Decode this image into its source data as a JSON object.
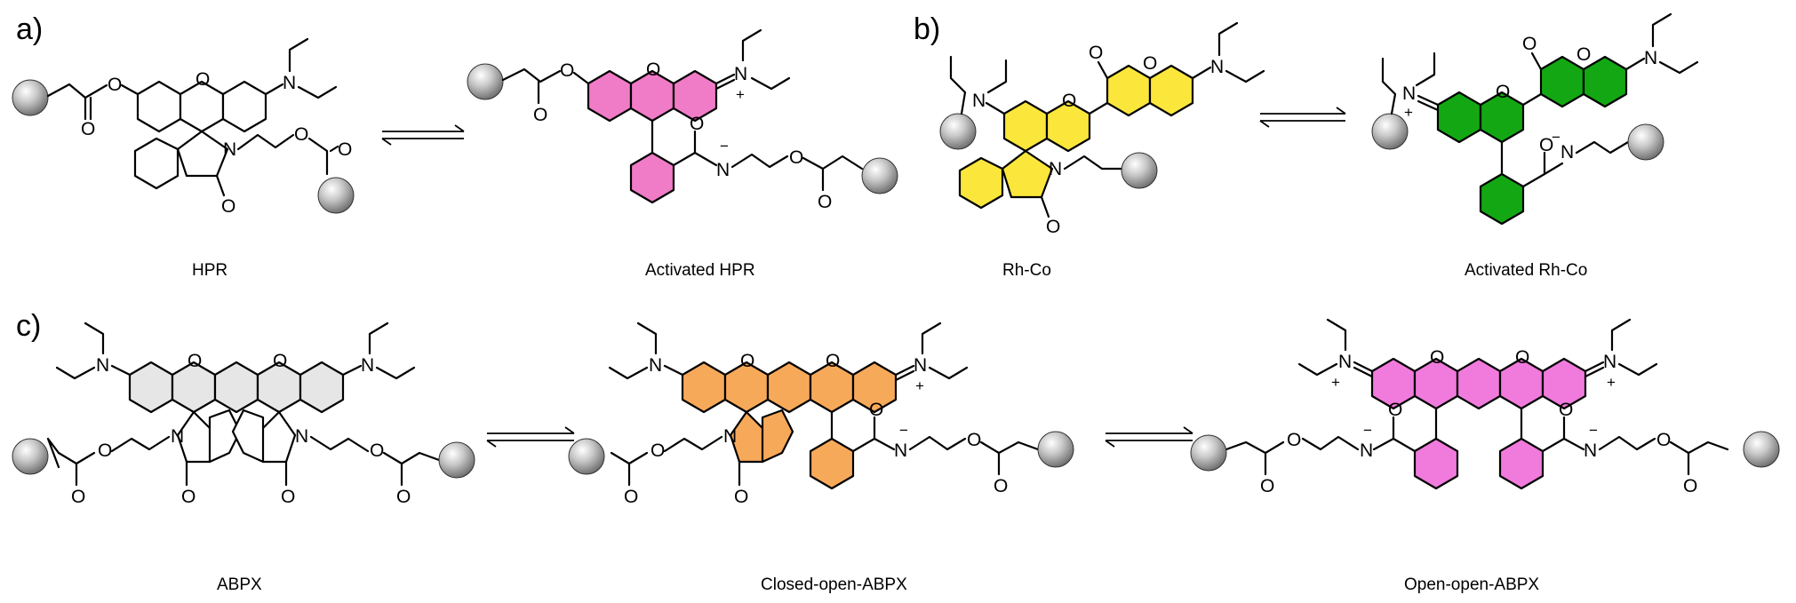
{
  "panels": {
    "a": {
      "label": "a)",
      "compounds": [
        {
          "caption": "HPR"
        },
        {
          "caption": "Activated HPR"
        }
      ]
    },
    "b": {
      "label": "b)",
      "compounds": [
        {
          "caption": "Rh-Co"
        },
        {
          "caption": "Activated Rh-Co"
        }
      ]
    },
    "c": {
      "label": "c)",
      "compounds": [
        {
          "caption": "ABPX"
        },
        {
          "caption": "Closed-open-ABPX"
        },
        {
          "caption": "Open-open-ABPX"
        }
      ]
    }
  },
  "atoms": {
    "O": "O",
    "N": "N",
    "N_plus": "N",
    "plus": "+",
    "minus": "−"
  },
  "colors": {
    "closed_form": "#e6e6e6",
    "hpr_activated": "#f07bc7",
    "rhco_closed": "#fbe63c",
    "rhco_activated": "#13a813",
    "abpx_closed_open": "#f7a95a",
    "abpx_open_open": "#f07bdc",
    "bead": "#9a9a9a"
  }
}
